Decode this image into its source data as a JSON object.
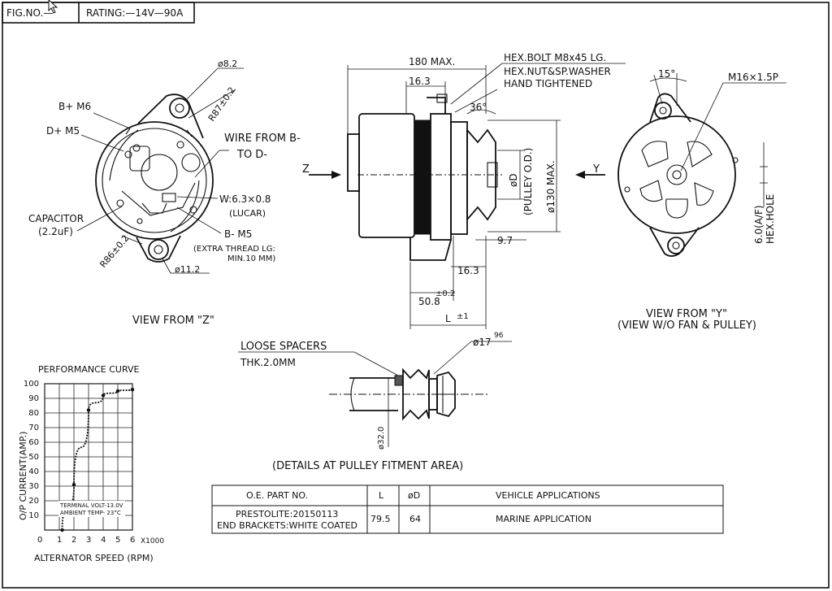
{
  "header": {
    "fig_no": "FIG.NO.—",
    "rating": "RATING:—14V—90A"
  },
  "view_z": {
    "title": "VIEW FROM \"Z\"",
    "labels": {
      "dia_8_2": "ø8.2",
      "r87": "R87±0.2",
      "b_plus_m6": "B+ M6",
      "d_plus_m5": "D+ M5",
      "wire_from_b": "WIRE FROM B-",
      "to_d": "TO D-",
      "w_6_3x0_8": "W:6.3×0.8",
      "lucar": "(LUCAR)",
      "b_minus_m5": "B- M5",
      "extra_thread": "(EXTRA THREAD LG:",
      "min_10mm": "MIN.10 MM)",
      "capacitor": "CAPACITOR",
      "cap_value": "(2.2uF)",
      "r86": "R86±0.2",
      "dia_11_2": "ø11.2"
    }
  },
  "side_view": {
    "labels": {
      "max_180": "180 MAX.",
      "dim_16_3_top": "16.3",
      "hex_bolt": "HEX.BOLT M8x45 LG.",
      "hex_nut": "HEX.NUT&SP.WASHER",
      "hand_tightened": "HAND TIGHTENED",
      "angle_36": "36°",
      "z_arrow": "Z",
      "od_d": "øD",
      "pulley_od": "(PULLEY O.D.)",
      "dia_130": "ø130 MAX.",
      "y_arrow": "Y",
      "dim_9_7": "9.7",
      "dim_16_3_bottom": "16.3",
      "tol_0_2": "±0.2",
      "dim_50_8": "50.8",
      "dim_l": "L",
      "tol_1": "±1"
    }
  },
  "view_y": {
    "title": "VIEW FROM \"Y\"",
    "subtitle": "(VIEW W/O FAN & PULLEY)",
    "labels": {
      "angle_15": "15°",
      "m16": "M16×1.5P",
      "hex_a": "6.0(A/F)",
      "hex_hole": "HEX.HOLE"
    }
  },
  "pulley_detail": {
    "title": "(DETAILS AT PULLEY FITMENT AREA)",
    "labels": {
      "loose_spacers": "LOOSE SPACERS",
      "thk": "THK.2.0MM",
      "dia_17": "ø17",
      "dia_17_sup": "96",
      "dia_32": "ø32.0"
    }
  },
  "chart_data": {
    "type": "line",
    "title": "PERFORMANCE CURVE",
    "xlabel": "ALTERNATOR SPEED (RPM)",
    "x_unit": "X1000",
    "ylabel": "O/P CURRENT(AMP.)",
    "x_ticks": [
      "0",
      "1",
      "2",
      "3",
      "4",
      "5",
      "6"
    ],
    "y_ticks": [
      "10",
      "20",
      "30",
      "40",
      "50",
      "60",
      "70",
      "80",
      "90",
      "100"
    ],
    "xlim": [
      0,
      6
    ],
    "ylim": [
      0,
      100
    ],
    "grid": true,
    "x": [
      1.2,
      2.0,
      3.0,
      4.0,
      5.0,
      6.0
    ],
    "y": [
      0,
      31,
      82,
      92,
      95,
      96
    ],
    "annotations": [
      "TERMINAL VOLT-13.0V",
      "AMBIENT TEMP- 23°C"
    ]
  },
  "table": {
    "headers": [
      "O.E. PART NO.",
      "L",
      "øD",
      "VEHICLE APPLICATIONS"
    ],
    "rows": [
      {
        "part_line1": "PRESTOLITE:20150113",
        "part_line2": "END BRACKETS:WHITE COATED",
        "l": "79.5",
        "d": "64",
        "application": "MARINE APPLICATION"
      }
    ]
  }
}
